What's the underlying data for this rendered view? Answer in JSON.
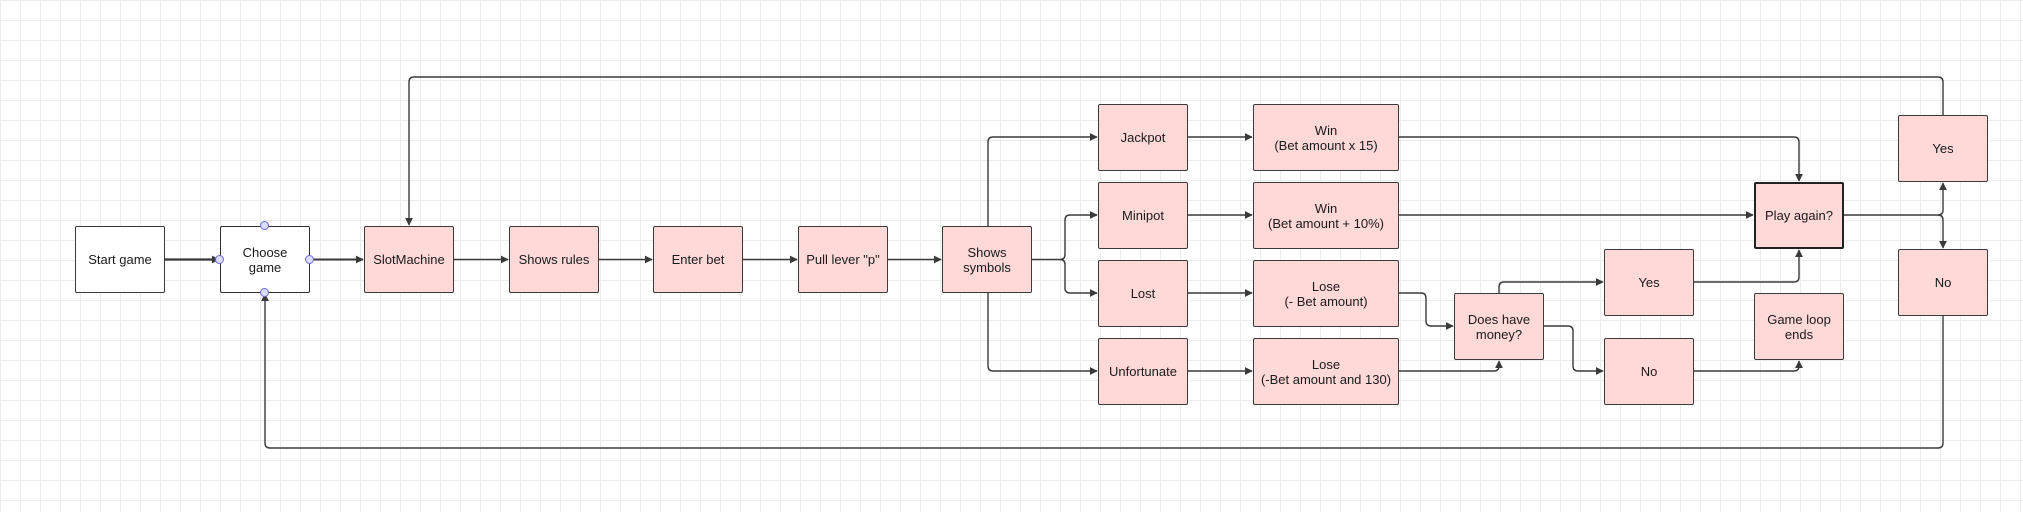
{
  "diagram": {
    "nodes": {
      "start_game": "Start game",
      "choose_game": "Choose\ngame",
      "slot_machine": "SlotMachine",
      "shows_rules": "Shows rules",
      "enter_bet": "Enter bet",
      "pull_lever": "Pull lever \"p\"",
      "shows_symbols": "Shows\nsymbols",
      "jackpot": "Jackpot",
      "minipot": "Minipot",
      "lost": "Lost",
      "unfortunate": "Unfortunate",
      "win_jackpot": "Win\n(Bet amount x 15)",
      "win_minipot": "Win\n(Bet amount + 10%)",
      "lose_lost": "Lose\n(- Bet amount)",
      "lose_unfortunate": "Lose\n(-Bet amount and 130)",
      "has_money": "Does have\nmoney?",
      "money_yes": "Yes",
      "money_no": "No",
      "play_again": "Play again?",
      "game_loop_ends": "Game loop\nends",
      "again_yes": "Yes",
      "again_no": "No"
    },
    "colors": {
      "node_fill": "#ffd8d8",
      "start_fill": "#ffffff",
      "edge": "#3a3a3a",
      "selection_handle": "#6a6ad8"
    }
  }
}
